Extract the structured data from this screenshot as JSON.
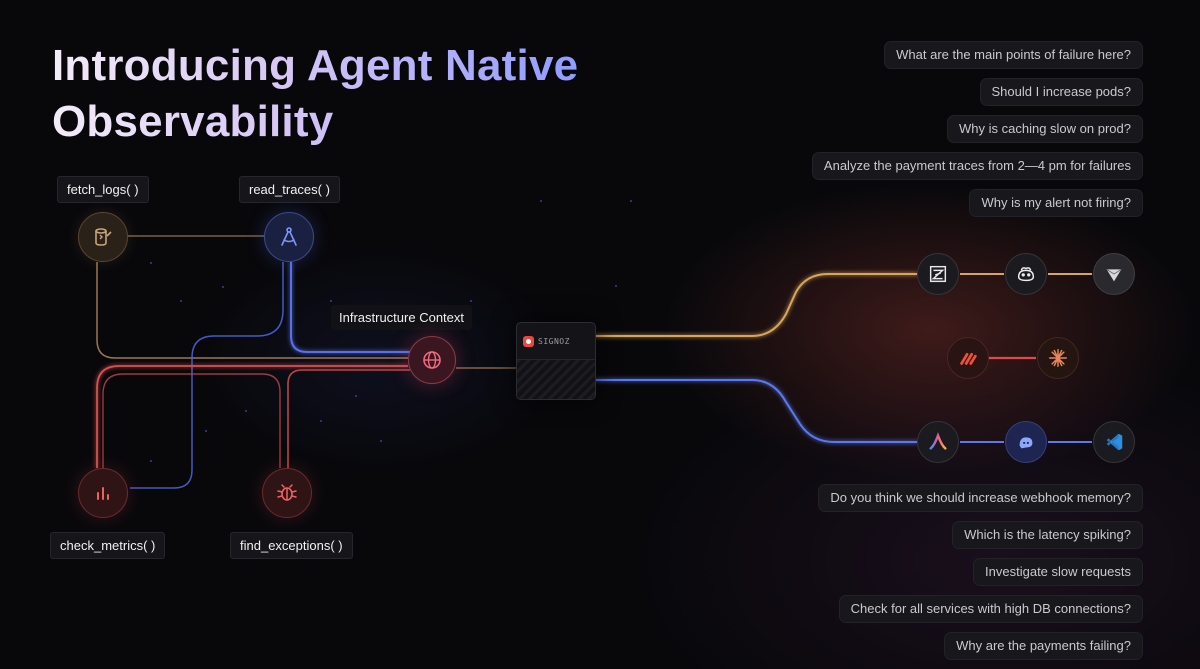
{
  "hero": {
    "title_line1": "Introducing Agent Native",
    "title_line2": "Observability"
  },
  "functions": {
    "fetch_logs": "fetch_logs( )",
    "read_traces": "read_traces( )",
    "check_metrics": "check_metrics( )",
    "find_exceptions": "find_exceptions( )"
  },
  "infrastructure": {
    "label": "Infrastructure Context",
    "hub_name": "SIGNOZ"
  },
  "questions_top": [
    "What are the main points of failure here?",
    "Should I increase pods?",
    "Why is caching slow on prod?",
    "Analyze the payment traces from 2—4 pm for failures",
    "Why is my alert not firing?"
  ],
  "questions_bottom": [
    "Do you think we should increase webhook memory?",
    "Which is the latency spiking?",
    "Investigate slow requests",
    "Check for all services with high DB connections?",
    "Why are the payments failing?"
  ],
  "tools": {
    "row_top": [
      "zed-icon",
      "copilot-icon",
      "cursor-icon"
    ],
    "row_middle": [
      "windsurf-icon",
      "claude-icon"
    ],
    "row_bottom": [
      "antigravity-icon",
      "cline-icon",
      "vscode-icon"
    ]
  },
  "colors": {
    "logs_wire": "#b98b5c",
    "traces_wire": "#5870e8",
    "metrics_wire": "#d9504f",
    "top_tool_line": "#d8a65a",
    "middle_tool_line": "#e0484a",
    "bottom_tool_line": "#5a78f0"
  }
}
